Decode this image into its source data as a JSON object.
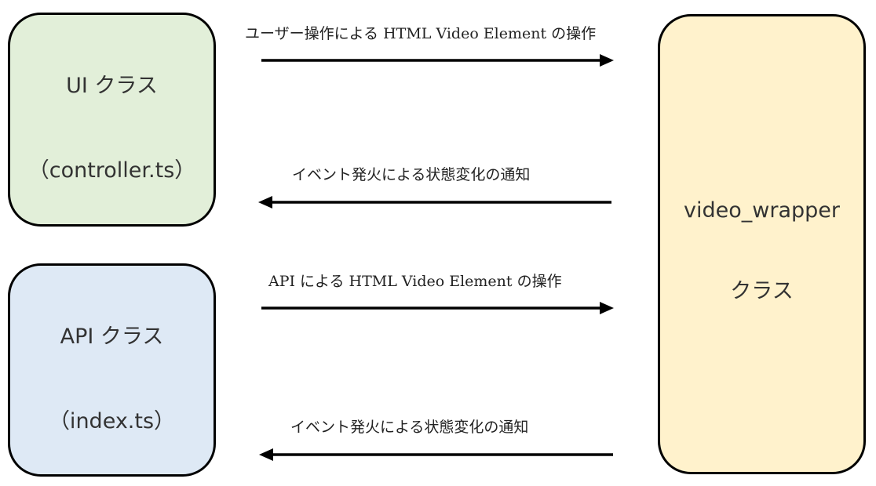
{
  "boxes": {
    "ui": {
      "line1": "UI クラス",
      "line2": "（controller.ts）",
      "fill": "#e2efd9"
    },
    "api": {
      "line1": "API クラス",
      "line2": "（index.ts）",
      "fill": "#dee9f5"
    },
    "video_wrapper": {
      "line1": "video_wrapper",
      "line2": "クラス",
      "fill": "#fff2cc"
    }
  },
  "arrows": [
    {
      "label": "ユーザー操作による HTML Video Element の操作",
      "direction": "right"
    },
    {
      "label": "イベント発火による状態変化の通知",
      "direction": "left"
    },
    {
      "label": "API による HTML Video Element の操作",
      "direction": "right"
    },
    {
      "label": "イベント発火による状態変化の通知",
      "direction": "left"
    }
  ]
}
